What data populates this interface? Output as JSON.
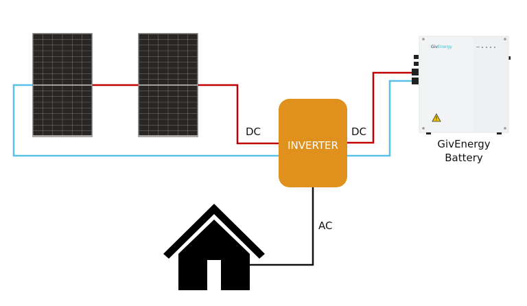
{
  "title": "Solar PV with GivEnergy Battery wiring diagram",
  "colors": {
    "dc_positive": "#c00000",
    "dc_negative": "#5bc0e8",
    "ac": "#111111",
    "inverter_fill": "#e0901c",
    "inverter_text": "#ffffff",
    "panel_cell": "#2a2624",
    "panel_frame": "#7a7a7a",
    "battery_body": "#f2f3f4",
    "house": "#000000",
    "brand_text": "#4ab8c8"
  },
  "components": {
    "solar_panels": [
      {
        "id": "panel-1",
        "name": "Solar panel 1"
      },
      {
        "id": "panel-2",
        "name": "Solar panel 2"
      }
    ],
    "inverter": {
      "label": "INVERTER"
    },
    "battery": {
      "label_line1": "GivEnergy",
      "label_line2": "Battery",
      "brand": "GivEnergy"
    },
    "house": {
      "name": "House"
    }
  },
  "connections": [
    {
      "from": "solar panels",
      "to": "inverter",
      "label": "DC"
    },
    {
      "from": "inverter",
      "to": "battery",
      "label": "DC"
    },
    {
      "from": "inverter",
      "to": "house",
      "label": "AC"
    }
  ]
}
